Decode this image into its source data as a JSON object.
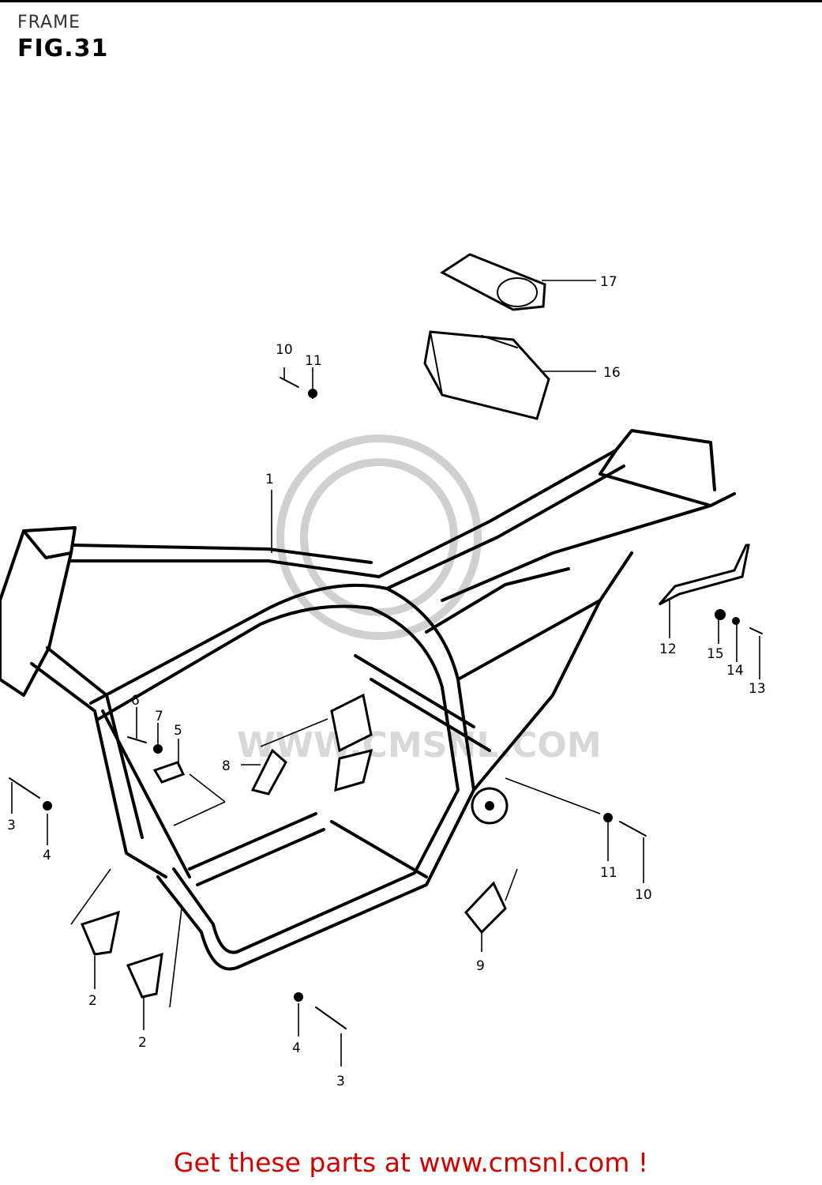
{
  "header": {
    "title": "FRAME",
    "figure": "FIG.31"
  },
  "callouts": [
    {
      "id": "c1",
      "text": "1"
    },
    {
      "id": "c2a",
      "text": "2"
    },
    {
      "id": "c2b",
      "text": "2"
    },
    {
      "id": "c3a",
      "text": "3"
    },
    {
      "id": "c3b",
      "text": "3"
    },
    {
      "id": "c4a",
      "text": "4"
    },
    {
      "id": "c4b",
      "text": "4"
    },
    {
      "id": "c5",
      "text": "5"
    },
    {
      "id": "c6",
      "text": "6"
    },
    {
      "id": "c7",
      "text": "7"
    },
    {
      "id": "c8",
      "text": "8"
    },
    {
      "id": "c9",
      "text": "9"
    },
    {
      "id": "c10a",
      "text": "10"
    },
    {
      "id": "c10b",
      "text": "10"
    },
    {
      "id": "c11a",
      "text": "11"
    },
    {
      "id": "c11b",
      "text": "11"
    },
    {
      "id": "c12",
      "text": "12"
    },
    {
      "id": "c13",
      "text": "13"
    },
    {
      "id": "c14",
      "text": "14"
    },
    {
      "id": "c15",
      "text": "15"
    },
    {
      "id": "c16",
      "text": "16"
    },
    {
      "id": "c17",
      "text": "17"
    }
  ],
  "watermark": {
    "text": "WWW.CMSNL.COM"
  },
  "footer": {
    "link_text": "Get these parts at www.cmsnl.com !",
    "color": "#d40000"
  }
}
